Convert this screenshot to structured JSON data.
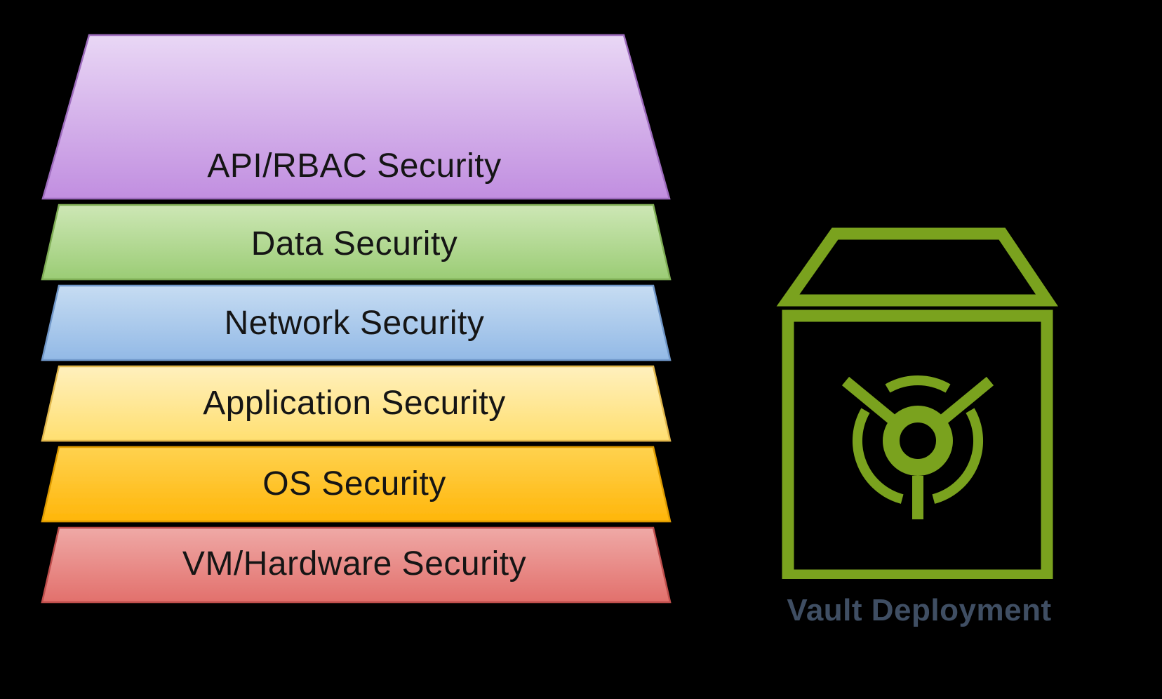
{
  "background": "#000000",
  "stack": {
    "text_color": "#151515",
    "layers": [
      {
        "label": "API/RBAC Security",
        "fill_top": "#e9d7f5",
        "fill_bottom": "#c18ee0",
        "stroke": "#9e6cbe"
      },
      {
        "label": "Data Security",
        "fill_top": "#cde7b5",
        "fill_bottom": "#9bcc75",
        "stroke": "#7fae55"
      },
      {
        "label": "Network Security",
        "fill_top": "#c6dcf2",
        "fill_bottom": "#92b9e6",
        "stroke": "#6f97c9"
      },
      {
        "label": "Application Security",
        "fill_top": "#fff0bd",
        "fill_bottom": "#ffdf70",
        "stroke": "#e3b94e"
      },
      {
        "label": "OS Security",
        "fill_top": "#ffd24f",
        "fill_bottom": "#ffb60a",
        "stroke": "#e09c00"
      },
      {
        "label": "VM/Hardware Security",
        "fill_top": "#efa9a6",
        "fill_bottom": "#e2706c",
        "stroke": "#c0504d"
      }
    ]
  },
  "vault": {
    "label": "Vault Deployment",
    "icon": "vault-box-icon",
    "icon_color": "#7aa21e",
    "label_color": "#3f4e63"
  }
}
